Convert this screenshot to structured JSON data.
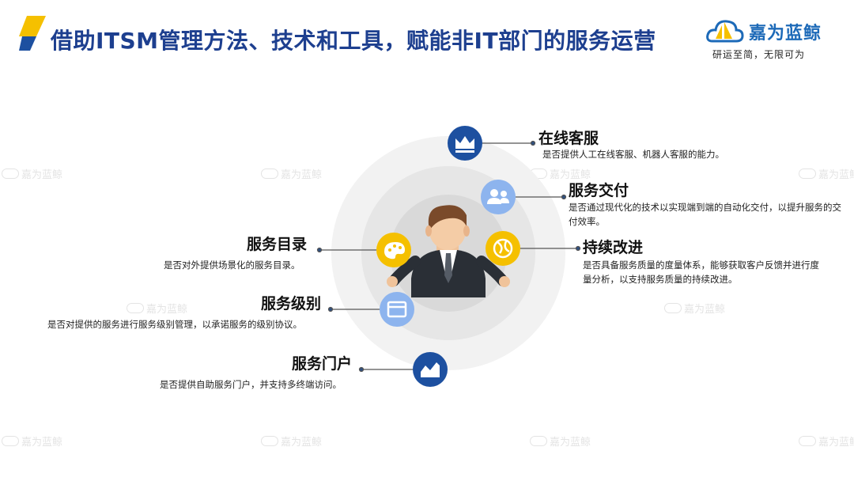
{
  "header": {
    "title": "借助ITSM管理方法、技术和工具，赋能非IT部门的服务运营"
  },
  "brand": {
    "name": "嘉为蓝鲸",
    "slogan": "研运至简，无限可为"
  },
  "watermark": {
    "text": "嘉为蓝鲸"
  },
  "items": [
    {
      "key": "online_service",
      "title": "在线客服",
      "desc": "是否提供人工在线客服、机器人客服的能力。",
      "icon": "crown-icon",
      "icon_color": "#1d50a0"
    },
    {
      "key": "delivery",
      "title": "服务交付",
      "desc": "是否通过现代化的技术以实现端到端的自动化交付，以提升服务的交付效率。",
      "icon": "users-icon",
      "icon_color": "#8db4ee"
    },
    {
      "key": "improvement",
      "title": "持续改进",
      "desc": "是否具备服务质量的度量体系，能够获取客户反馈并进行度量分析，以支持服务质量的持续改进。",
      "icon": "globe-icon",
      "icon_color": "#f5c000"
    },
    {
      "key": "catalog",
      "title": "服务目录",
      "desc": "是否对外提供场景化的服务目录。",
      "icon": "palette-icon",
      "icon_color": "#f5c000"
    },
    {
      "key": "level",
      "title": "服务级别",
      "desc": "是否对提供的服务进行服务级别管理，以承诺服务的级别协议。",
      "icon": "window-icon",
      "icon_color": "#8db4ee"
    },
    {
      "key": "portal",
      "title": "服务门户",
      "desc": "是否提供自助服务门户，并支持多终端访问。",
      "icon": "chart-icon",
      "icon_color": "#1d50a0"
    }
  ],
  "colors": {
    "title": "#1d3f8f",
    "accent_yellow": "#f5c000",
    "accent_blue": "#1d50a0",
    "accent_light_blue": "#8db4ee"
  }
}
